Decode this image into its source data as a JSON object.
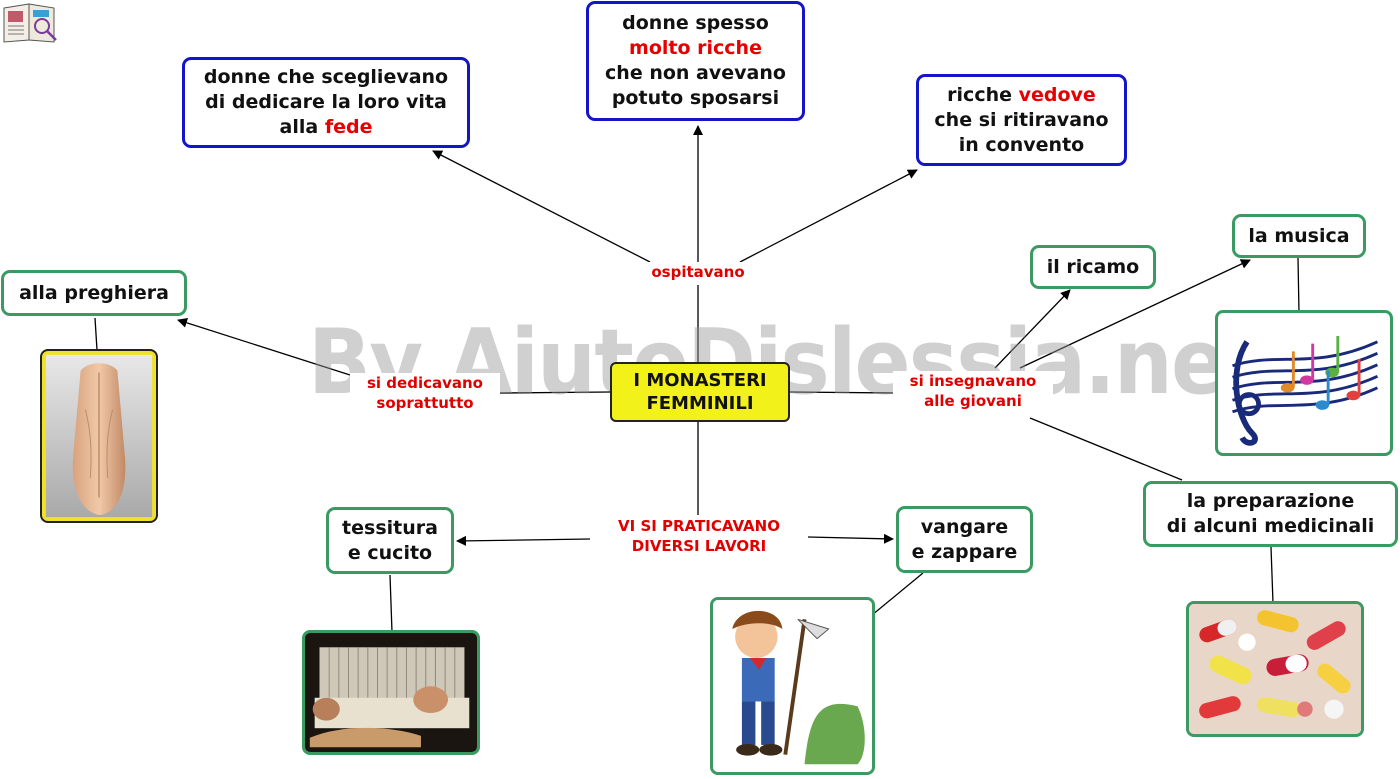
{
  "watermark": "By AiutoDislessia.net",
  "center": {
    "line1": "I MONASTERI",
    "line2": "FEMMINILI"
  },
  "links": {
    "ospitavano": "ospitavano",
    "si_dedicavano": {
      "line1": "si dedicavano",
      "line2": "soprattutto"
    },
    "si_insegnavano": {
      "line1": "si insegnavano",
      "line2": "alle giovani"
    },
    "lavori": {
      "line1": "VI SI PRATICAVANO",
      "line2": "DIVERSI LAVORI"
    }
  },
  "nodes": {
    "fede": {
      "l1": "donne che sceglievano",
      "l2": "di dedicare la loro vita",
      "l3a": "alla ",
      "l3b": "fede"
    },
    "ricche": {
      "l1": "donne spesso",
      "l2": "molto ricche",
      "l3": "che non avevano",
      "l4": "potuto sposarsi"
    },
    "vedove": {
      "l1a": "ricche ",
      "l1b": "vedove",
      "l2": "che si ritiravano",
      "l3": "in convento"
    },
    "preghiera": "alla preghiera",
    "ricamo": "il ricamo",
    "musica": "la musica",
    "medicinali": {
      "l1": "la preparazione",
      "l2": "di alcuni medicinali"
    },
    "tessitura": {
      "l1": "tessitura",
      "l2": "e cucito"
    },
    "vangare": {
      "l1": "vangare",
      "l2": "e zappare"
    }
  },
  "images": {
    "hands": "praying-hands",
    "music": "music-notes",
    "loom": "weaving-loom",
    "farmer": "farmer-with-hoe",
    "pills": "medicine-pills",
    "book": "book-icon"
  },
  "colors": {
    "blue_border": "#1515c8",
    "green_border": "#3a9a62",
    "center_fill": "#f2f21a",
    "highlight": "#e60000"
  }
}
